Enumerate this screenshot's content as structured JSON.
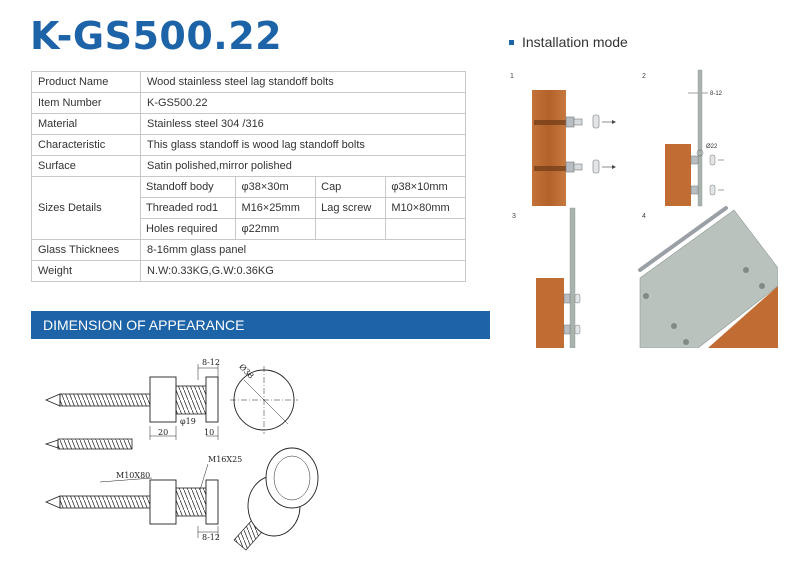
{
  "product": {
    "code": "K-GS500.22"
  },
  "spec": {
    "rows": [
      {
        "label": "Product Name",
        "value": "Wood stainless steel lag standoff bolts"
      },
      {
        "label": "Item Number",
        "value": "K-GS500.22"
      },
      {
        "label": "Material",
        "value": "Stainless steel 304 /316"
      },
      {
        "label": "Characteristic",
        "value": "This glass standoff is wood lag standoff bolts"
      },
      {
        "label": "Surface",
        "value": "Satin polished,mirror polished"
      }
    ],
    "sizes": {
      "label": "Sizes Details",
      "r1": [
        "Standoff body",
        "φ38×30m",
        "Cap",
        "φ38×10mm"
      ],
      "r2": [
        "Threaded rod1",
        "M16×25mm",
        "Lag screw",
        "M10×80mm"
      ],
      "r3": [
        "Holes required",
        "φ22mm"
      ]
    },
    "rows2": [
      {
        "label": "Glass Thicknees",
        "value": "8-16mm glass panel"
      },
      {
        "label": "Weight",
        "value": "N.W:0.33KG,G.W:0.36KG"
      }
    ]
  },
  "installation": {
    "heading": "Installation mode",
    "steps": [
      "1",
      "2",
      "3",
      "4"
    ],
    "labels": {
      "gap": "8-12",
      "hole": "22"
    }
  },
  "dimension": {
    "heading": "DIMENSION OF APPEARANCE",
    "labels": {
      "gap": "8-12",
      "gap2": "8-12",
      "diam_cap": "38",
      "len_body": "20",
      "len_cap": "10",
      "diam_rod": "φ19",
      "screw": "M10X80",
      "rod": "M16X25"
    }
  },
  "colors": {
    "brand": "#1d63a8",
    "wood": "#b9652c",
    "glass": "#a9b3ae",
    "steel": "#9aa0a6"
  }
}
